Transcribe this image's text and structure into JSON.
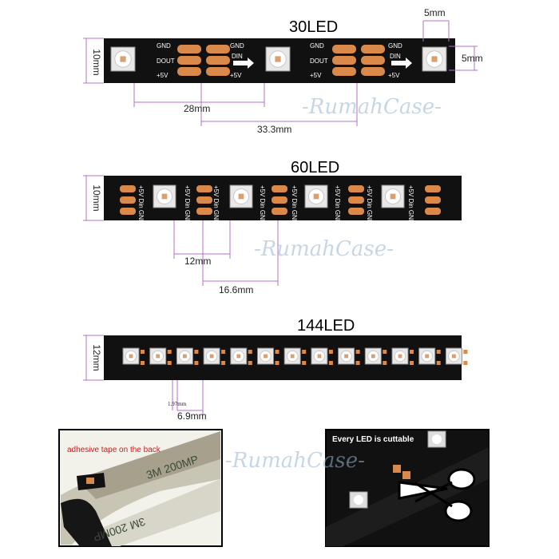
{
  "strips": {
    "led30": {
      "title": "30LED",
      "width_label": "10mm",
      "pitch_label": "28mm",
      "segment_label": "33.3mm",
      "chip_width_label": "5mm",
      "chip_height_label": "5mm",
      "pad_gnd": "GND",
      "pad_dout": "DOUT",
      "pad_din": "DIN",
      "pad_5v": "+5V"
    },
    "led60": {
      "title": "60LED",
      "width_label": "10mm",
      "pitch_label": "12mm",
      "segment_label": "16.6mm",
      "pad_text": "+5V Din GND"
    },
    "led144": {
      "title": "144LED",
      "width_label": "12mm",
      "gap_label": "1.97mm",
      "pitch_label": "6.9mm"
    }
  },
  "photos": {
    "left_caption": "adhesive tape on the back",
    "left_tape_text_1": "3M 200MP",
    "left_tape_text_2": "3M 200MP",
    "right_caption": "Every LED is cuttable"
  },
  "watermark": "-RumahCase-",
  "colors": {
    "pcb": "#111111",
    "pad": "#d9894a",
    "dimension_line": "#b070c8",
    "watermark": "#9ab6cf",
    "caption_red": "#d11a1a"
  }
}
